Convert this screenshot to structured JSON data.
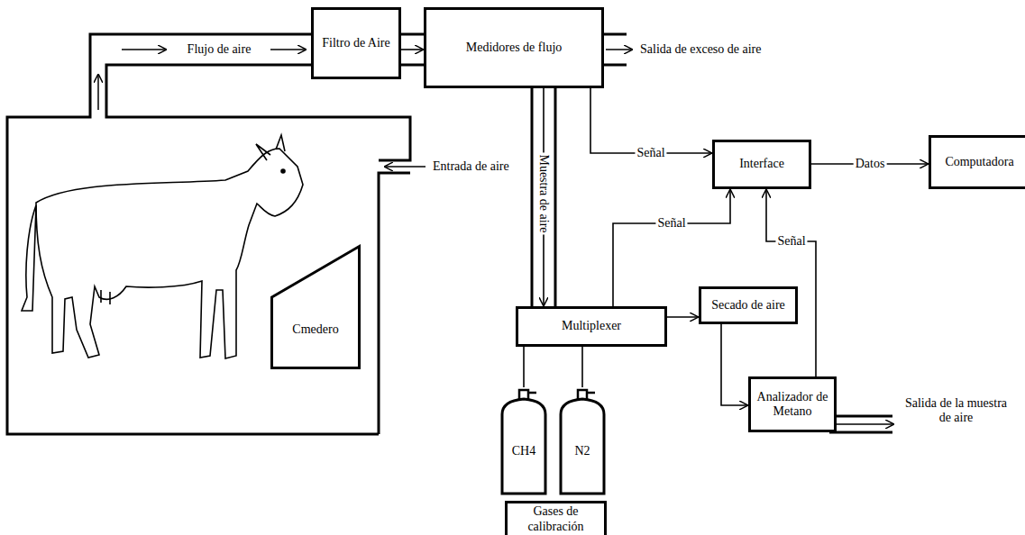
{
  "diagram": {
    "nodes": [
      {
        "text": [
          "Filtro de Aire"
        ]
      },
      {
        "text": [
          "Medidores de flujo"
        ]
      },
      {
        "text": [
          "Interface"
        ]
      },
      {
        "text": [
          "Computadora"
        ]
      },
      {
        "text": [
          "Multiplexer"
        ]
      },
      {
        "text": [
          "Secado de aire"
        ]
      },
      {
        "text": [
          "Cmedero"
        ]
      },
      {
        "text": [
          "Analizador de Metano"
        ]
      },
      {
        "text": [
          "CH4"
        ]
      },
      {
        "text": [
          "N2"
        ]
      },
      {
        "text": [
          "Gases de calibración"
        ]
      }
    ],
    "edges": [
      {
        "from": 0,
        "to": 1,
        "arrow": "to"
      },
      {
        "from": 1,
        "to": 4,
        "label": "Muestra de aire",
        "arrow": "to"
      },
      {
        "from": 1,
        "to": 2,
        "label": "Señal",
        "arrow": "to"
      },
      {
        "from": 4,
        "to": 2,
        "label": "Señal",
        "arrow": "to"
      },
      {
        "from": 7,
        "to": 2,
        "label": "Señal",
        "arrow": "to"
      },
      {
        "from": 2,
        "to": 3,
        "label": "Datos",
        "arrow": "to"
      },
      {
        "from": 4,
        "to": 5,
        "arrow": "to"
      },
      {
        "from": 5,
        "to": 7,
        "arrow": "to"
      },
      {
        "from": 8,
        "to": 4,
        "arrow": "none"
      },
      {
        "from": 9,
        "to": 4,
        "arrow": "none"
      }
    ],
    "labels": [
      "Flujo de aire",
      "Entrada de aire",
      "Salida de exceso de aire",
      "Salida de la muestra de aire"
    ]
  }
}
